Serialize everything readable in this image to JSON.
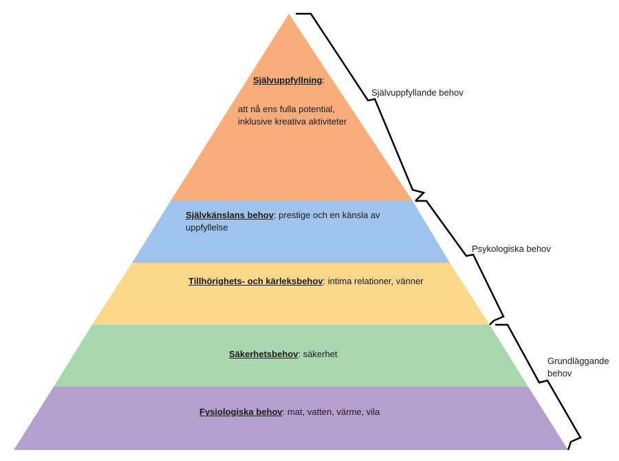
{
  "colors": {
    "self_actualization": "#f9ad7a",
    "esteem": "#9ec4ed",
    "belonging": "#fcd98a",
    "safety": "#a9d8ae",
    "physiological": "#b49fcf"
  },
  "levels": {
    "self_actualization": {
      "title": "Självuppfyllning",
      "suffix": ":",
      "desc": "att nå ens fulla potential, inklusive kreativa aktiviteter"
    },
    "esteem": {
      "title": "Självkänslans behov",
      "desc": ": prestige och en känsla av uppfyllelse"
    },
    "belonging": {
      "title": "Tillhörighets- och kärleksbehov",
      "desc": ": intima relationer, vänner"
    },
    "safety": {
      "title": "Säkerhetsbehov",
      "desc": ": säkerhet"
    },
    "physiological": {
      "title": "Fysiologiska behov",
      "desc": ": mat, vatten, värme, vila"
    }
  },
  "braces": {
    "self_fulfilling": "Självuppfyllande behov",
    "psychological": "Psykologiska behov",
    "basic": "Grundläggande behov"
  }
}
